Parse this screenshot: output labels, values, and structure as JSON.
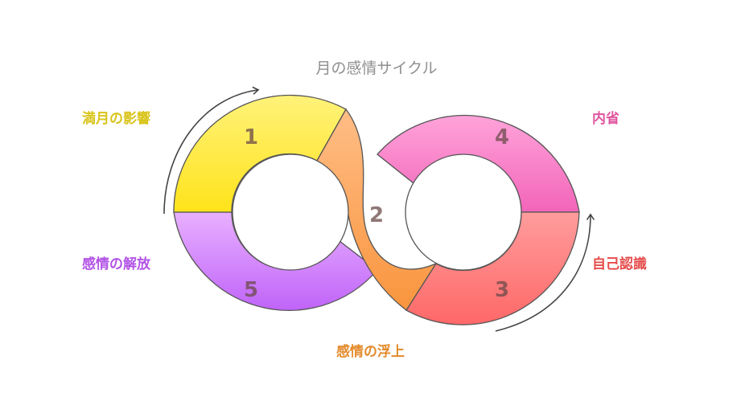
{
  "title": "月の感情サイクル",
  "steps": [
    {
      "number": "1",
      "label": "満月の影響",
      "color": "#d9c41a"
    },
    {
      "number": "2",
      "label": "感情の浮上",
      "color": "#e38b2c"
    },
    {
      "number": "3",
      "label": "自己認識",
      "color": "#e54c4c"
    },
    {
      "number": "4",
      "label": "内省",
      "color": "#e0559f"
    },
    {
      "number": "5",
      "label": "感情の解放",
      "color": "#b253e6"
    }
  ]
}
